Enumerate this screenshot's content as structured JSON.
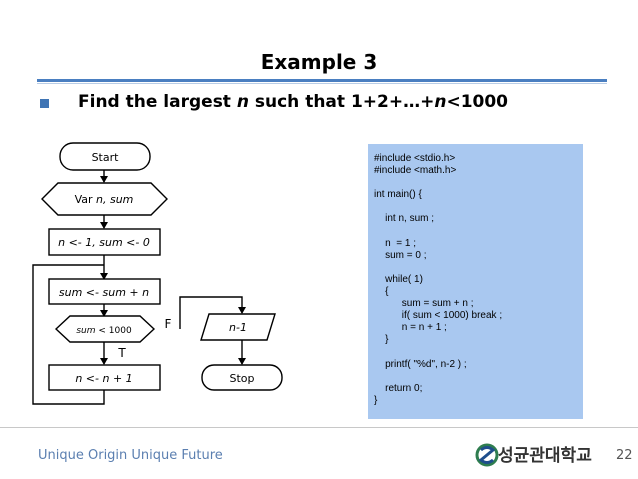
{
  "title": "Example 3",
  "bullet": {
    "part1": "Find the largest ",
    "var_n": "n",
    "part2": " such that 1+2+…+",
    "var_n2": "n",
    "part3": "<1000"
  },
  "flowchart": {
    "start": "Start",
    "var_label": "Var ",
    "var_vars": "n, sum",
    "init": "n <- 1, sum <- 0",
    "sum_step": "sum <- sum + n",
    "cond_var": "sum",
    "cond_rest": " < 1000",
    "false_label": "F",
    "true_label": "T",
    "output": "n-1",
    "incr": "n <- n + 1",
    "stop": "Stop"
  },
  "code": "#include <stdio.h>\n#include <math.h>\n\nint main() {\n\n    int n, sum ;\n\n    n  = 1 ;\n    sum = 0 ;\n\n    while( 1)\n    {\n          sum = sum + n ;\n          if( sum < 1000) break ;\n          n = n + 1 ;\n    }\n\n    printf( \"%d\", n-2 ) ;\n\n    return 0;\n}",
  "footer": {
    "tagline": "Unique Origin Unique Future",
    "logo_text": "성균관대학교",
    "page": "22"
  },
  "colors": {
    "accent": "#4a7fc1",
    "code_bg": "#a9c8f0",
    "footer_text": "#5b7fb0"
  }
}
